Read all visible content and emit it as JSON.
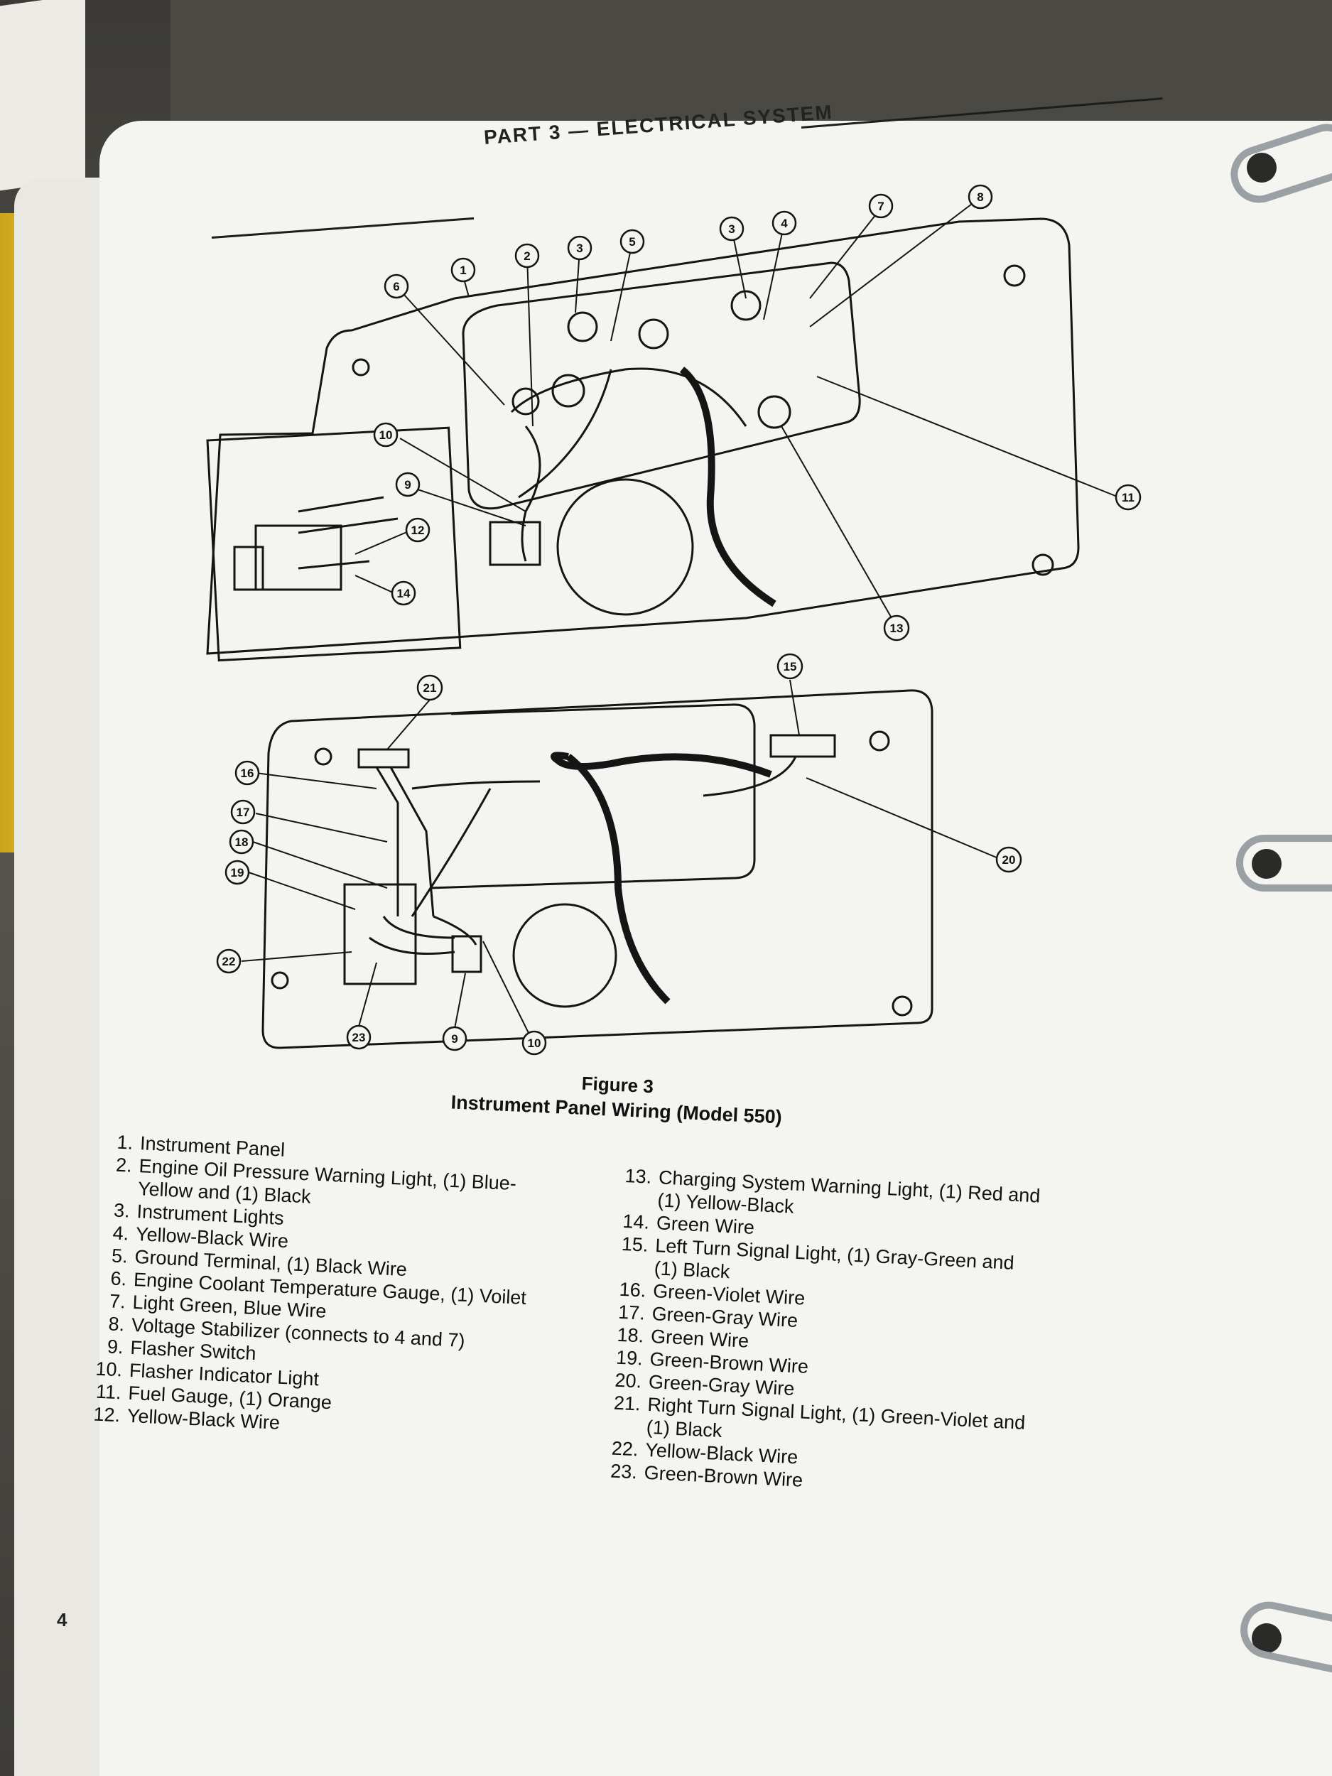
{
  "header": {
    "title": "PART 3 — ELECTRICAL SYSTEM"
  },
  "figure": {
    "number": "Figure 3",
    "title": "Instrument Panel Wiring (Model 550)"
  },
  "callouts": [
    "1",
    "2",
    "3",
    "4",
    "5",
    "6",
    "7",
    "8",
    "9",
    "10",
    "11",
    "12",
    "13",
    "14",
    "15",
    "16",
    "17",
    "18",
    "19",
    "20",
    "21",
    "22",
    "23"
  ],
  "legend_left": [
    {
      "n": "1.",
      "text": "Instrument Panel"
    },
    {
      "n": "2.",
      "text": "Engine Oil Pressure Warning Light, (1) Blue-",
      "cont": "Yellow and (1) Black"
    },
    {
      "n": "3.",
      "text": "Instrument Lights"
    },
    {
      "n": "4.",
      "text": "Yellow-Black Wire"
    },
    {
      "n": "5.",
      "text": "Ground Terminal, (1) Black Wire"
    },
    {
      "n": "6.",
      "text": "Engine Coolant Temperature Gauge, (1) Voilet"
    },
    {
      "n": "7.",
      "text": "Light Green, Blue Wire"
    },
    {
      "n": "8.",
      "text": "Voltage Stabilizer (connects to 4 and 7)"
    },
    {
      "n": "9.",
      "text": "Flasher Switch"
    },
    {
      "n": "10.",
      "text": "Flasher Indicator Light"
    },
    {
      "n": "11.",
      "text": "Fuel Gauge, (1) Orange"
    },
    {
      "n": "12.",
      "text": "Yellow-Black Wire"
    }
  ],
  "legend_right": [
    {
      "n": "13.",
      "text": "Charging System Warning Light, (1) Red and",
      "cont": "(1) Yellow-Black"
    },
    {
      "n": "14.",
      "text": "Green Wire"
    },
    {
      "n": "15.",
      "text": "Left Turn Signal Light, (1) Gray-Green and",
      "cont": "(1) Black"
    },
    {
      "n": "16.",
      "text": "Green-Violet Wire"
    },
    {
      "n": "17.",
      "text": "Green-Gray Wire"
    },
    {
      "n": "18.",
      "text": "Green Wire"
    },
    {
      "n": "19.",
      "text": "Green-Brown Wire"
    },
    {
      "n": "20.",
      "text": "Green-Gray Wire"
    },
    {
      "n": "21.",
      "text": "Right Turn Signal Light, (1) Green-Violet and",
      "cont": "(1) Black"
    },
    {
      "n": "22.",
      "text": "Yellow-Black Wire"
    },
    {
      "n": "23.",
      "text": "Green-Brown Wire"
    }
  ],
  "page_number": "4"
}
